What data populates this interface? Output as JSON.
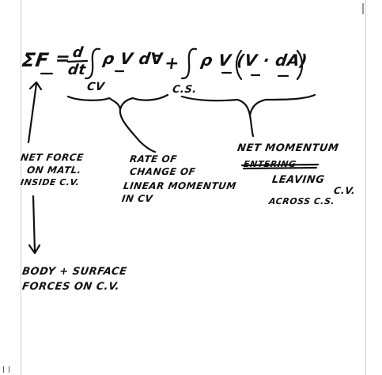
{
  "equation": {
    "lhs": "ΣF",
    "equals": "=",
    "deriv_num": "d",
    "deriv_den": "dt",
    "integrand1": "ρ V d∀",
    "plus": "+",
    "integrand2": "ρ V (V · dA)",
    "cv_label": "CV",
    "cs_label": "C.S."
  },
  "notes": {
    "net_force": [
      "NET FORCE",
      "ON MATL.",
      "INSIDE C.V."
    ],
    "rate_change": [
      "RATE OF",
      "CHANGE OF",
      "LINEAR MOMENTUM",
      "IN CV"
    ],
    "net_momentum_title": "NET MOMENTUM",
    "net_momentum_struck": "ENTERING",
    "net_momentum_rest": [
      "LEAVING",
      "C.V.",
      "ACROSS C.S."
    ],
    "body_surface": [
      "BODY + SURFACE",
      "FORCES ON C.V."
    ]
  }
}
